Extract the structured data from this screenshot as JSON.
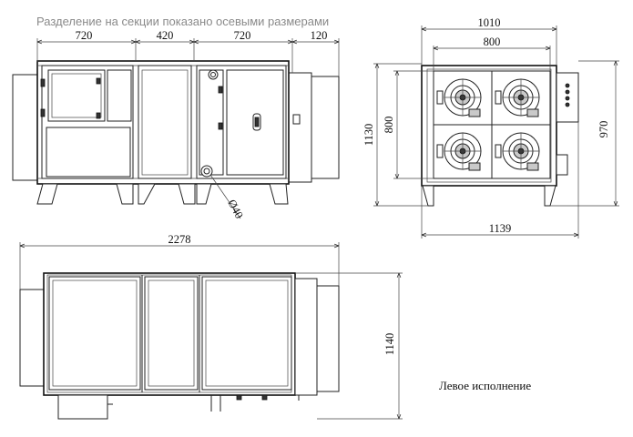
{
  "note": "Разделение на секции показано осевыми размерами",
  "caption": "Левое исполнение",
  "front_view": {
    "dim_sections": [
      "720",
      "420",
      "720",
      "120"
    ],
    "dim_pipe": "Ø40"
  },
  "side_view": {
    "dim_total_width": "1010",
    "dim_inner_width": "800",
    "dim_height_left": "1130",
    "dim_inner_height": "800",
    "dim_height_right": "970",
    "dim_base_width": "1139"
  },
  "top_view": {
    "dim_length": "2278",
    "dim_width": "1140"
  }
}
